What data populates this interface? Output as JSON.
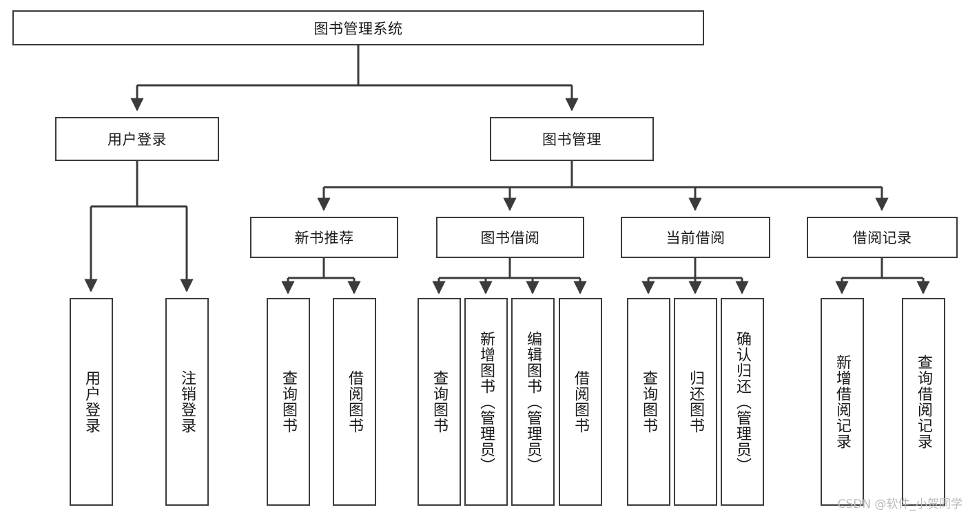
{
  "diagram": {
    "title": "图书管理系统",
    "type": "tree",
    "background_color": "#ffffff",
    "line_color": "#3b3b3b",
    "box_fill": "#ffffff",
    "text_color": "#1a1a1a",
    "root": {
      "label": "图书管理系统",
      "orientation": "horizontal"
    },
    "level2": [
      {
        "label": "用户登录",
        "orientation": "horizontal"
      },
      {
        "label": "图书管理",
        "orientation": "horizontal"
      }
    ],
    "level3": [
      {
        "label": "新书推荐",
        "orientation": "horizontal"
      },
      {
        "label": "图书借阅",
        "orientation": "horizontal"
      },
      {
        "label": "当前借阅",
        "orientation": "horizontal"
      },
      {
        "label": "借阅记录",
        "orientation": "horizontal"
      }
    ],
    "leaves": {
      "user_login": [
        {
          "label": "用户登录",
          "orientation": "vertical"
        },
        {
          "label": "注销登录",
          "orientation": "vertical"
        }
      ],
      "new_book_recommend": [
        {
          "label": "查询图书",
          "orientation": "vertical"
        },
        {
          "label": "借阅图书",
          "orientation": "vertical"
        }
      ],
      "book_borrow": [
        {
          "label": "查询图书",
          "orientation": "vertical"
        },
        {
          "label": "新增图书（管理员）",
          "orientation": "vertical"
        },
        {
          "label": "编辑图书（管理员）",
          "orientation": "vertical"
        },
        {
          "label": "借阅图书",
          "orientation": "vertical"
        }
      ],
      "current_borrow": [
        {
          "label": "查询图书",
          "orientation": "vertical"
        },
        {
          "label": "归还图书",
          "orientation": "vertical"
        },
        {
          "label": "确认归还（管理员）",
          "orientation": "vertical"
        }
      ],
      "borrow_record": [
        {
          "label": "新增借阅记录",
          "orientation": "vertical"
        },
        {
          "label": "查询借阅记录",
          "orientation": "vertical"
        }
      ]
    }
  },
  "watermark": {
    "text": "CSDN @软件_小贺同学"
  }
}
